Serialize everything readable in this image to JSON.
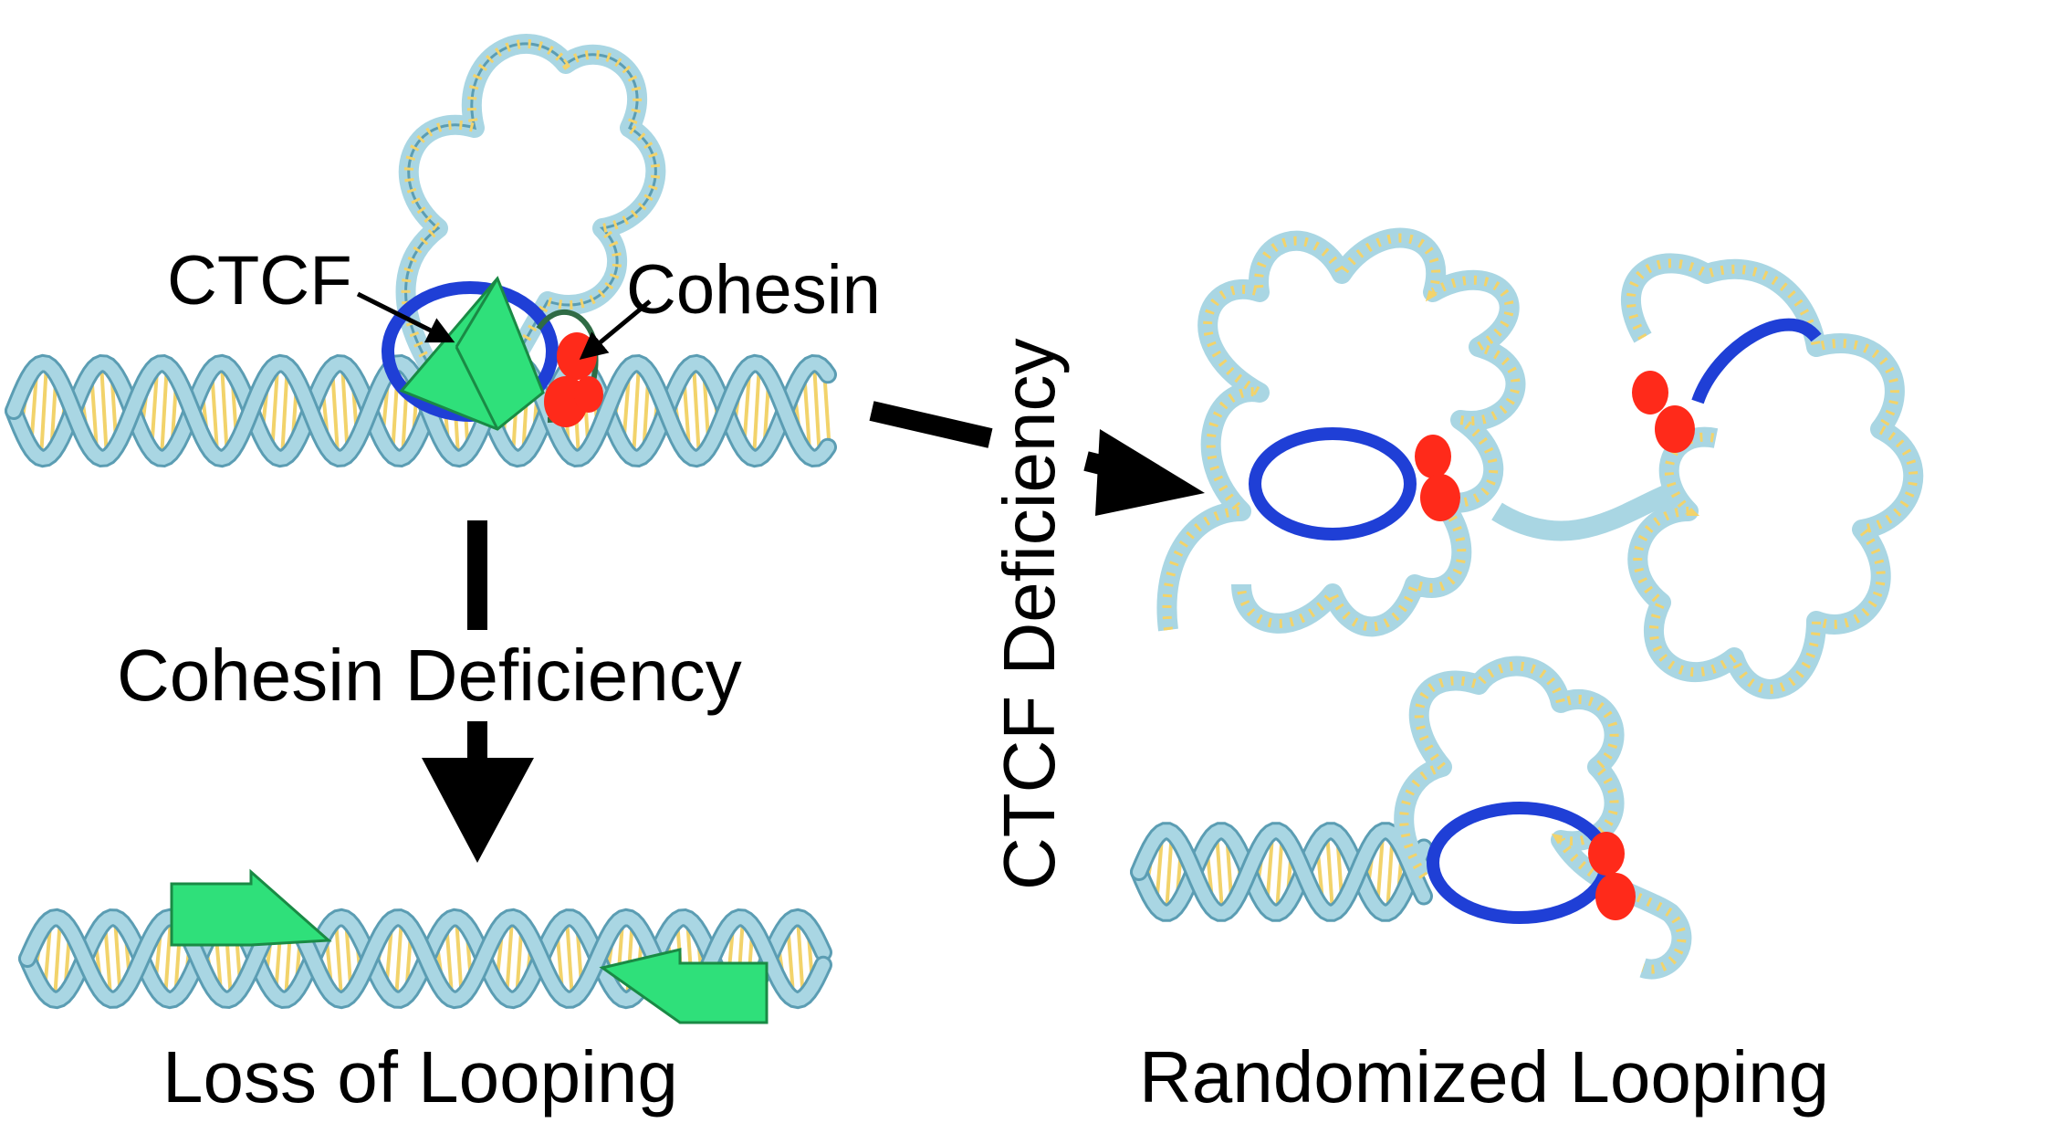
{
  "labels": {
    "ctcf": "CTCF",
    "cohesin": "Cohesin",
    "cohesin_deficiency": "Cohesin Deficiency",
    "ctcf_deficiency": "CTCF Deficiency",
    "loss_of_looping": "Loss of Looping",
    "randomized_looping": "Randomized Looping"
  },
  "colors": {
    "dna_backbone": "#a9d6e3",
    "dna_outline": "#5b9db3",
    "base_pair": "#f2d36b",
    "ctcf": "#2fe07a",
    "ctcf_outline": "#1a8a45",
    "cohesin_red": "#ff2a1a",
    "cohesin_linker": "#2f6b45",
    "ctcf_ring_blue": "#1f3fd6",
    "purple": "#7a2fd0",
    "arrow": "#000000"
  }
}
